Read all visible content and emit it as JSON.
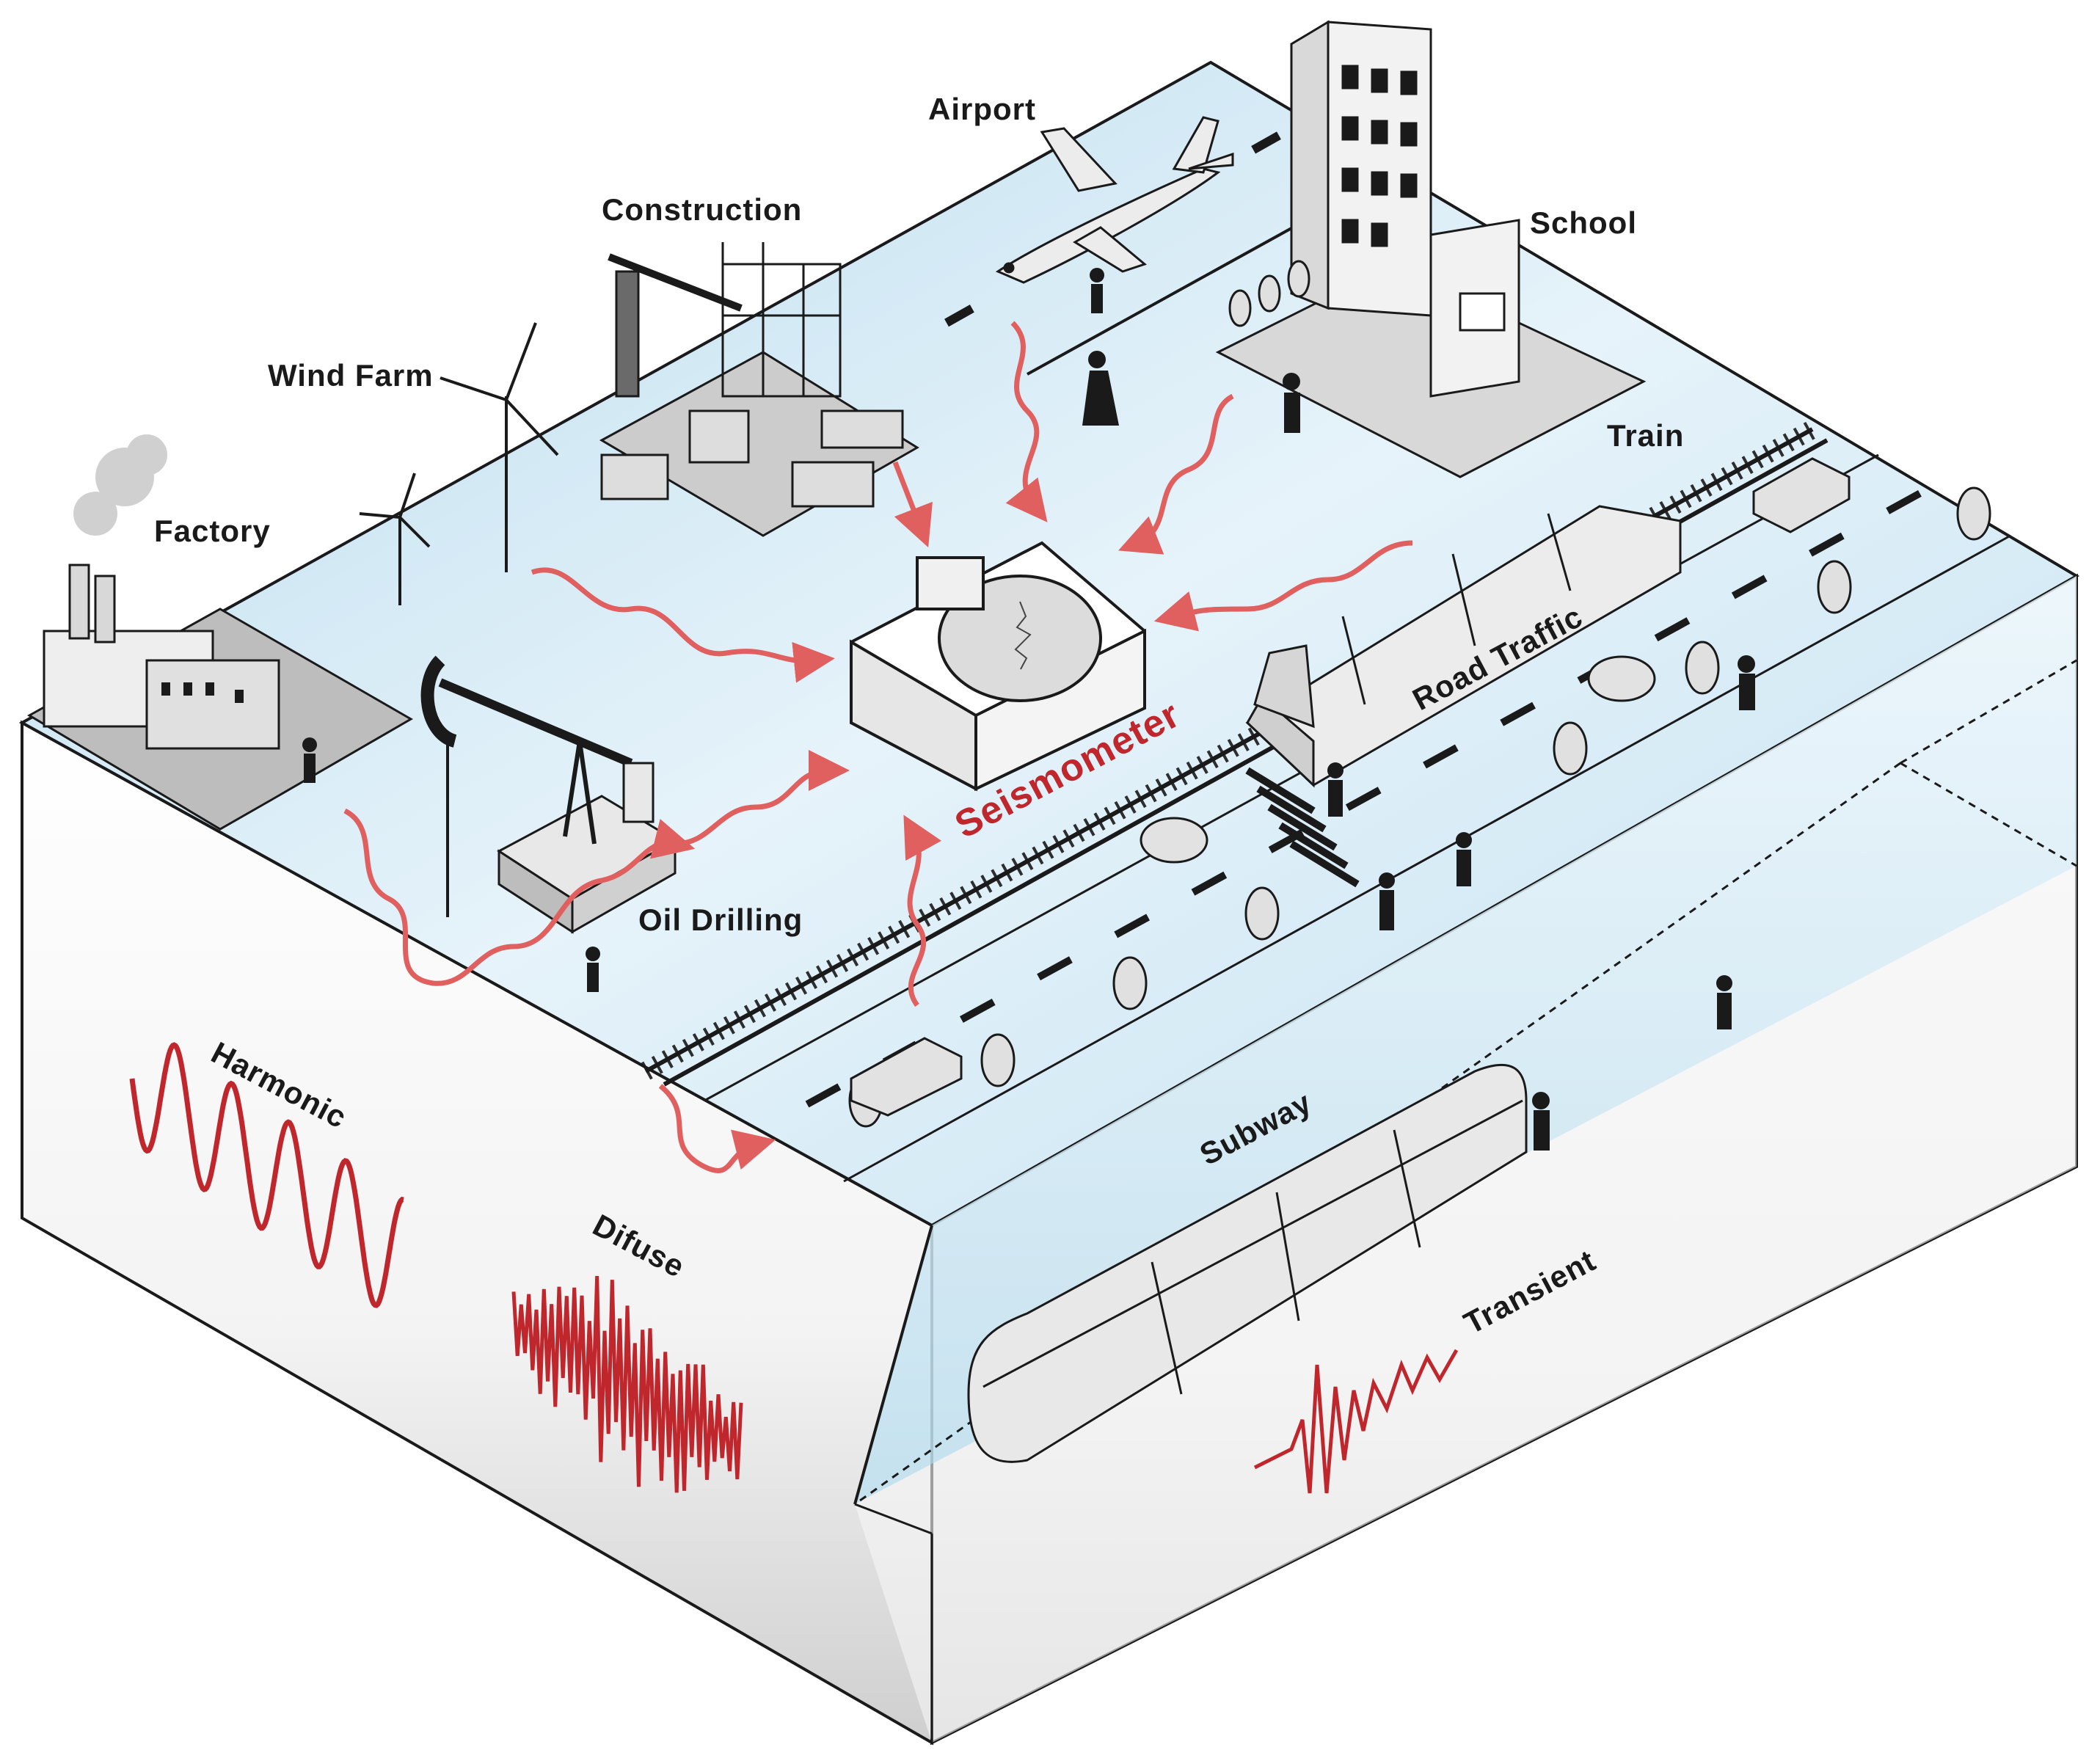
{
  "sources": {
    "airport": "Airport",
    "construction": "Construction",
    "school": "School",
    "wind_farm": "Wind Farm",
    "factory": "Factory",
    "train": "Train",
    "road_traffic": "Road Traffic",
    "oil_drilling": "Oil Drilling",
    "subway": "Subway"
  },
  "center": {
    "seismometer": "Seismometer"
  },
  "signal_types": {
    "harmonic": "Harmonic",
    "diffuse": "Difuse",
    "transient": "Transient"
  },
  "colors": {
    "signal": "#c0272d",
    "arrow": "#e06060",
    "surface_top": "#dbeef7",
    "block_side": "#f4f4f4",
    "outline": "#1a1a1a"
  },
  "icons": [
    "airplane-icon",
    "construction-site-icon",
    "school-building-icon",
    "wind-turbine-icon",
    "factory-icon",
    "pumpjack-icon",
    "train-icon",
    "car-icon",
    "tree-icon",
    "pedestrian-icon",
    "seismometer-icon",
    "subway-train-icon"
  ]
}
